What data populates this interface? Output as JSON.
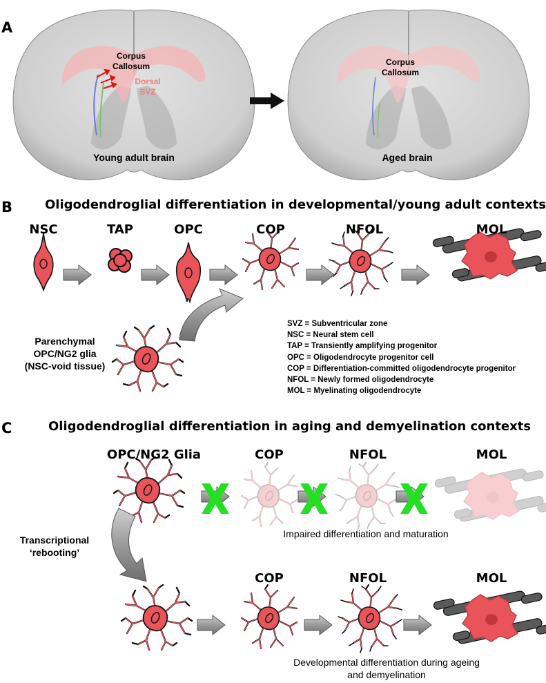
{
  "panelA": {
    "letter": "A",
    "left_brain": {
      "label_cc_1": "Corpus",
      "label_cc_2": "Callosum",
      "label_svz_1": "Dorsal",
      "label_svz_2": "SVZ",
      "caption": "Young adult brain"
    },
    "right_brain": {
      "label_cc_1": "Corpus",
      "label_cc_2": "Callosum",
      "caption": "Aged brain"
    }
  },
  "panelB": {
    "letter": "B",
    "title": "Oligodendroglial differentiation in developmental/young adult contexts",
    "stages": [
      "NSC",
      "TAP",
      "OPC",
      "COP",
      "NFOL",
      "MOL"
    ],
    "parenchymal": [
      "Parenchymal",
      "OPC/NG2 glia",
      "(NSC-void tissue)"
    ],
    "abbreviations": [
      "SVZ = Subventricular zone",
      "NSC = Neural stem cell",
      "TAP = Transiently amplifying progenitor",
      "OPC = Oligodendrocyte progenitor cell",
      "COP = Differentiation-committed oligodendrocyte progenitor",
      "NFOL = Newly formed oligodendrocyte",
      "MOL = Myelinating oligodendrocyte"
    ]
  },
  "panelC": {
    "letter": "C",
    "title": "Oligodendroglial differentiation in aging and demyelination contexts",
    "top_stages": [
      "OPC/NG2 Glia",
      "COP",
      "NFOL",
      "MOL"
    ],
    "impaired_note": "Impaired differentiation and maturation",
    "reboot_1": "Transcriptional",
    "reboot_2": "‘rebooting’",
    "bottom_stages": [
      "COP",
      "NFOL",
      "MOL"
    ],
    "dev_note_1": "Developmental differentiation during ageing",
    "dev_note_2": "and demyelination"
  },
  "colors": {
    "cell": "#e8545a",
    "block_x": "#22e022",
    "arrow": "#9a9a9a",
    "cc_label": "#e88080"
  }
}
